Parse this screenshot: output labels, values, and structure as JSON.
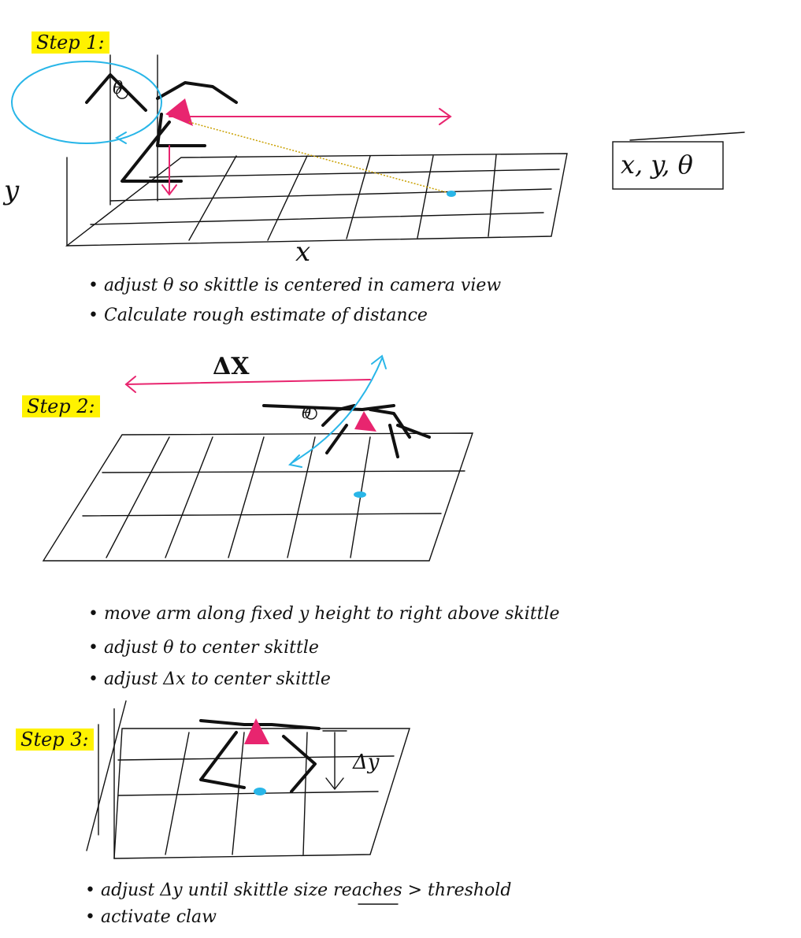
{
  "colors": {
    "highlight": "#fff200",
    "ink": "#111111",
    "arrow_pink": "#e8256f",
    "arrow_cyan": "#29b6e8",
    "cone": "#e8256f",
    "skittle": "#29b6e8"
  },
  "step1": {
    "label": "Step 1:",
    "axis_y": "y",
    "axis_x": "x",
    "theta": "θ",
    "state_box": "x, y, θ",
    "bullets": [
      "adjust θ so skittle is centered in camera view",
      "Calculate rough estimate of distance"
    ]
  },
  "step2": {
    "label": "Step 2:",
    "delta_x": "ΔX",
    "theta": "θ",
    "bullets": [
      "move arm along fixed y height to right above skittle",
      "adjust θ to center skittle",
      "adjust Δx to center skittle"
    ]
  },
  "step3": {
    "label": "Step 3:",
    "delta_y": "Δy",
    "bullets": [
      "adjust Δy until skittle size reaches > threshold",
      "activate claw"
    ]
  }
}
